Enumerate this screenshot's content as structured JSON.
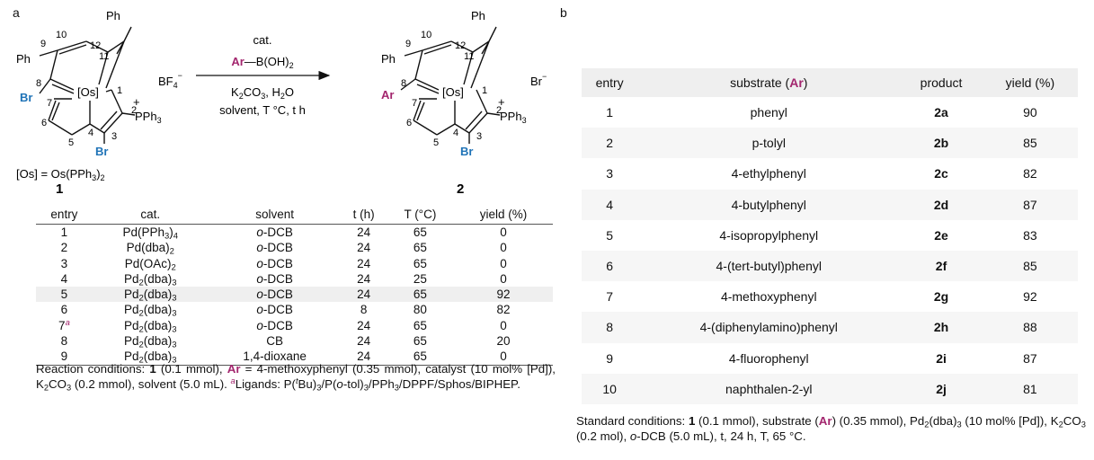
{
  "panel_a": {
    "label": "a",
    "scheme": {
      "reactant_number": "1",
      "product_number": "2",
      "os_definition_prefix": "[Os] = Os(PPh",
      "os_definition_sub": "3",
      "os_definition_suffix": ")",
      "os_definition_sub2": "2",
      "reactant_counterion": "BF",
      "reactant_counterion_sub": "4",
      "product_counterion": "Br",
      "metal_label": "[Os]",
      "phenyl_label": "Ph",
      "bromo_label": "Br",
      "aryl_label": "Ar",
      "pph3_label": "PPh",
      "pph3_sub": "3",
      "plus_sign": "+",
      "minus_sign": "−",
      "atom_numbers": [
        "1",
        "2",
        "3",
        "4",
        "5",
        "6",
        "7",
        "8",
        "9",
        "10",
        "11",
        "12"
      ],
      "arrow_above_1": "cat.",
      "arrow_above_2_ar": "Ar",
      "arrow_above_2_rest": "B(OH)",
      "arrow_above_2_sub": "2",
      "arrow_below_1_a": "K",
      "arrow_below_1_sub1": "2",
      "arrow_below_1_b": "CO",
      "arrow_below_1_sub2": "3",
      "arrow_below_1_c": ", H",
      "arrow_below_1_sub3": "2",
      "arrow_below_1_d": "O",
      "arrow_below_2": "solvent, T °C, t h"
    },
    "table": {
      "headers": [
        "entry",
        "cat.",
        "solvent",
        "t (h)",
        "T (°C)",
        "yield (%)"
      ],
      "rows": [
        {
          "entry": "1",
          "cat_pre": "Pd(PPh",
          "cat_sub": "3",
          "cat_post": ")",
          "cat_sub2": "4",
          "solvent": "o-DCB",
          "t": "24",
          "T": "65",
          "yield": "0"
        },
        {
          "entry": "2",
          "cat_pre": "Pd(dba)",
          "cat_sub": "2",
          "cat_post": "",
          "cat_sub2": "",
          "solvent": "o-DCB",
          "t": "24",
          "T": "65",
          "yield": "0"
        },
        {
          "entry": "3",
          "cat_pre": "Pd(OAc)",
          "cat_sub": "2",
          "cat_post": "",
          "cat_sub2": "",
          "solvent": "o-DCB",
          "t": "24",
          "T": "65",
          "yield": "0"
        },
        {
          "entry": "4",
          "cat_pre": "Pd",
          "cat_sub": "2",
          "cat_post": "(dba)",
          "cat_sub2": "3",
          "solvent": "o-DCB",
          "t": "24",
          "T": "25",
          "yield": "0"
        },
        {
          "entry": "5",
          "cat_pre": "Pd",
          "cat_sub": "2",
          "cat_post": "(dba)",
          "cat_sub2": "3",
          "solvent": "o-DCB",
          "t": "24",
          "T": "65",
          "yield": "92"
        },
        {
          "entry": "6",
          "cat_pre": "Pd",
          "cat_sub": "2",
          "cat_post": "(dba)",
          "cat_sub2": "3",
          "solvent": "o-DCB",
          "t": "8",
          "T": "80",
          "yield": "82"
        },
        {
          "entry": "7",
          "entry_sup": "a",
          "cat_pre": "Pd",
          "cat_sub": "2",
          "cat_post": "(dba)",
          "cat_sub2": "3",
          "solvent": "o-DCB",
          "t": "24",
          "T": "65",
          "yield": "0"
        },
        {
          "entry": "8",
          "cat_pre": "Pd",
          "cat_sub": "2",
          "cat_post": "(dba)",
          "cat_sub2": "3",
          "solvent": "CB",
          "t": "24",
          "T": "65",
          "yield": "20"
        },
        {
          "entry": "9",
          "cat_pre": "Pd",
          "cat_sub": "2",
          "cat_post": "(dba)",
          "cat_sub2": "3",
          "solvent": "1,4-dioxane",
          "t": "24",
          "T": "65",
          "yield": "0"
        }
      ],
      "highlight_row": 4
    },
    "note": {
      "p1": "Reaction conditions: ",
      "p1_bold": "1",
      "p2": " (0.1 mmol), ",
      "p2_ar": "Ar",
      "p3": " = 4-methoxyphenyl (0.35 mmol), catalyst (10 mol% [Pd]), K",
      "p3_sub1": "2",
      "p3_b": "CO",
      "p3_sub2": "3",
      "p4": " (0.2 mmol), solvent (5.0 mL). ",
      "p4_sup": "a",
      "p5": "Ligands: P(",
      "p5_sup": "t",
      "p6": "Bu)",
      "p6_sub": "3",
      "p7": "/P(",
      "p7_i": "o",
      "p8": "-tol)",
      "p8_sub": "3",
      "p9": "/PPh",
      "p9_sub": "3",
      "p10": "/DPPF/Sphos/BIPHEP."
    }
  },
  "panel_b": {
    "label": "b",
    "table": {
      "headers": {
        "entry": "entry",
        "substrate_pre": "substrate (",
        "substrate_ar": "Ar",
        "substrate_post": ")",
        "product": "product",
        "yield": "yield (%)"
      },
      "rows": [
        {
          "entry": "1",
          "substrate": "phenyl",
          "product": "2a",
          "yield": "90"
        },
        {
          "entry": "2",
          "substrate": "p-tolyl",
          "product": "2b",
          "yield": "85"
        },
        {
          "entry": "3",
          "substrate": "4-ethylphenyl",
          "product": "2c",
          "yield": "82"
        },
        {
          "entry": "4",
          "substrate": "4-butylphenyl",
          "product": "2d",
          "yield": "87"
        },
        {
          "entry": "5",
          "substrate": "4-isopropylphenyl",
          "product": "2e",
          "yield": "83"
        },
        {
          "entry": "6",
          "substrate": "4-(tert-butyl)phenyl",
          "product": "2f",
          "yield": "85"
        },
        {
          "entry": "7",
          "substrate": "4-methoxyphenyl",
          "product": "2g",
          "yield": "92"
        },
        {
          "entry": "8",
          "substrate": "4-(diphenylamino)phenyl",
          "product": "2h",
          "yield": "88"
        },
        {
          "entry": "9",
          "substrate": "4-fluorophenyl",
          "product": "2i",
          "yield": "87"
        },
        {
          "entry": "10",
          "substrate": "naphthalen-2-yl",
          "product": "2j",
          "yield": "81"
        }
      ]
    },
    "note": {
      "p1": "Standard conditions: ",
      "p1_bold": "1",
      "p2": " (0.1 mmol), substrate (",
      "p2_ar": "Ar",
      "p3": ") (0.35 mmol), Pd",
      "p3_sub1": "2",
      "p3_b": "(dba)",
      "p3_sub2": "3",
      "p4": " (10 mol% [Pd]), K",
      "p4_sub1": "2",
      "p4_b": "CO",
      "p4_sub2": "3",
      "p5": " (0.2 mol), ",
      "p5_i": "o",
      "p6": "-DCB (5.0 mL), t, 24 h, T, 65 °C."
    }
  },
  "colors": {
    "aryl": "#a3266e",
    "bromo": "#1f73b7",
    "highlight": "#efefef"
  }
}
